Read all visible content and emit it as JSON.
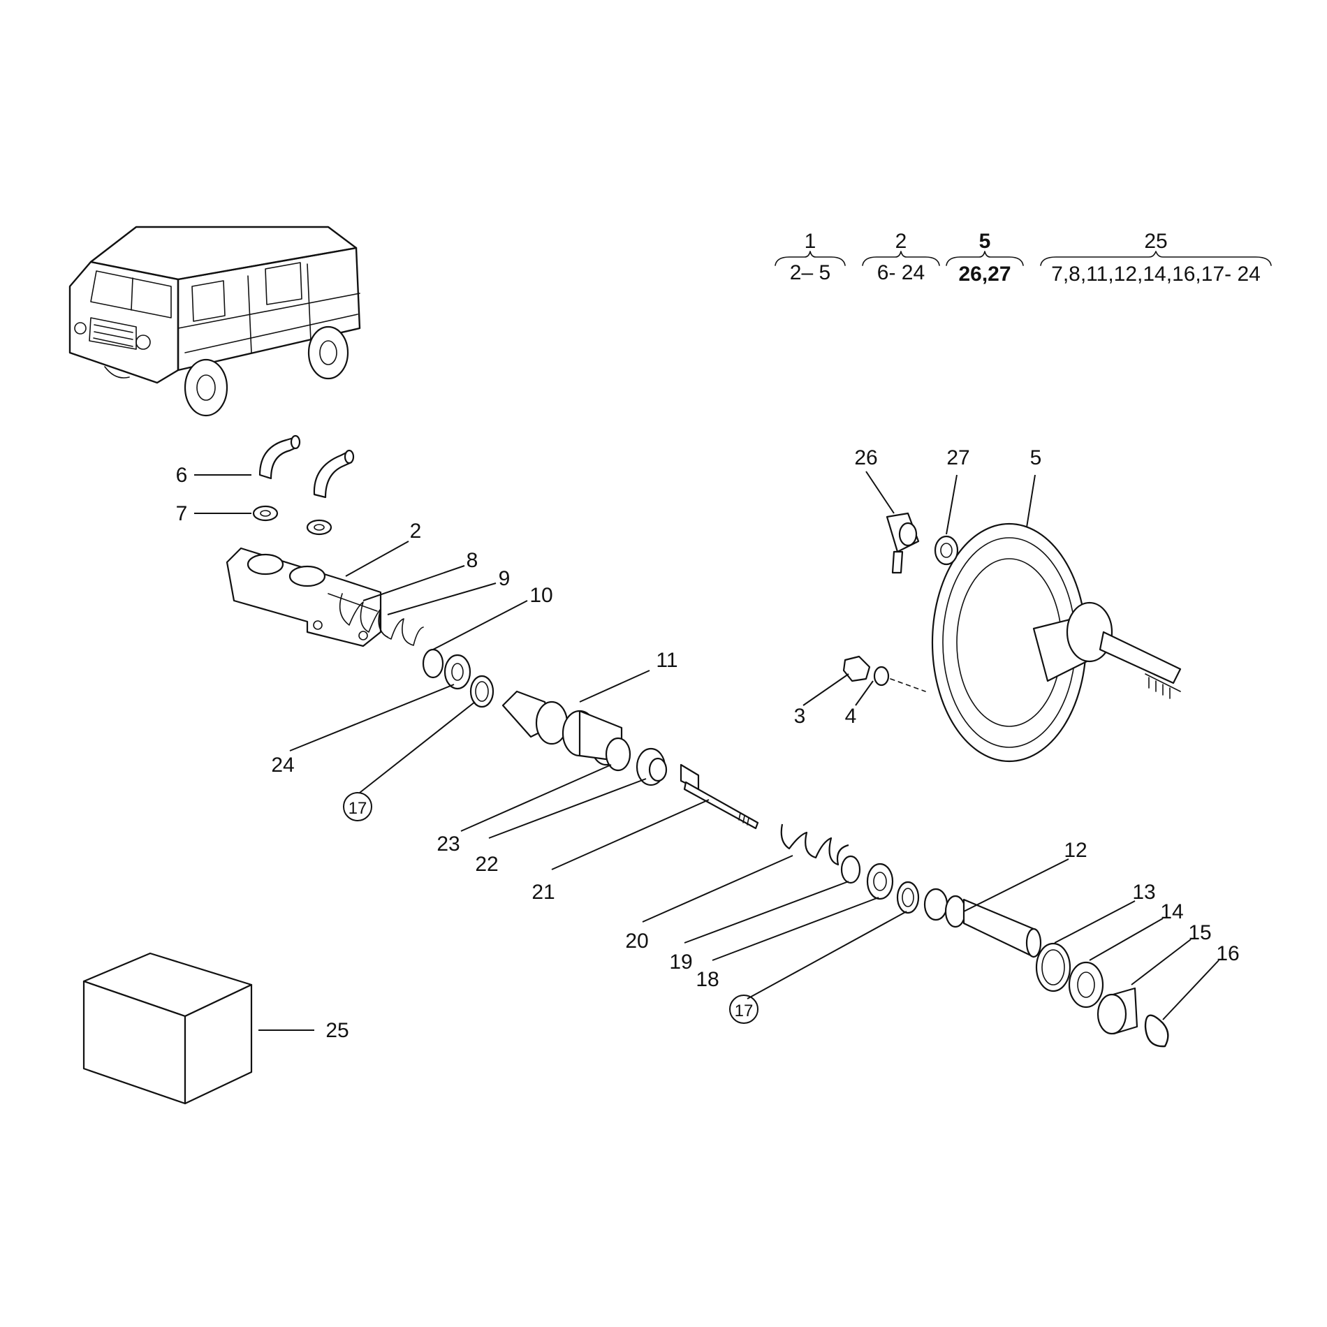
{
  "groups": [
    {
      "head": "1",
      "sub": "2– 5"
    },
    {
      "head": "2",
      "sub": "6- 24"
    },
    {
      "head": "5",
      "sub": "26,27"
    },
    {
      "head": "25",
      "sub": "7,8,11,12,14,16,17- 24"
    }
  ],
  "labels": {
    "p2": "2",
    "p3": "3",
    "p4": "4",
    "p5": "5",
    "p6": "6",
    "p7": "7",
    "p8": "8",
    "p9": "9",
    "p10": "10",
    "p11": "11",
    "p12": "12",
    "p13": "13",
    "p14": "14",
    "p15": "15",
    "p16": "16",
    "p17a": "17",
    "p17b": "17",
    "p18": "18",
    "p19": "19",
    "p20": "20",
    "p21": "21",
    "p22": "22",
    "p23": "23",
    "p24": "24",
    "p25": "25",
    "p26": "26",
    "p27": "27"
  }
}
